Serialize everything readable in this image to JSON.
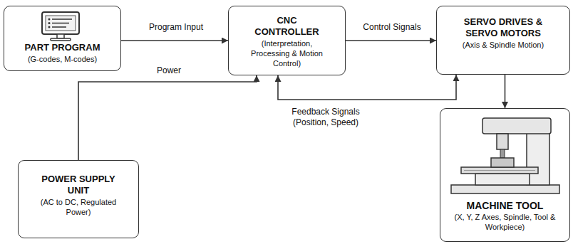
{
  "diagram": {
    "nodes": [
      {
        "text": [
          "PART PROGRAM",
          "(G-codes, M-codes)"
        ]
      },
      {
        "text": [
          "CNC CONTROLLER",
          "(Interpretation, Processing & Motion Control)"
        ]
      },
      {
        "text": [
          "SERVO DRIVES & SERVO MOTORS",
          "(Axis & Spindle Motion)"
        ]
      },
      {
        "text": [
          "POWER SUPPLY UNIT",
          "(AC to DC, Regulated Power)"
        ]
      },
      {
        "text": [
          "MACHINE TOOL",
          "(X, Y, Z Axes, Spindle, Tool & Workpiece)"
        ]
      }
    ],
    "edges": [
      {
        "from": 0,
        "to": 1,
        "label": "Program Input",
        "arrow": "to"
      },
      {
        "from": 1,
        "to": 2,
        "label": "Control Signals",
        "arrow": "to"
      },
      {
        "from": 3,
        "to": 1,
        "label": "Power",
        "arrow": "to"
      },
      {
        "from": 2,
        "to": 1,
        "label": "Feedback Signals (Position, Speed)",
        "arrow": "both"
      },
      {
        "from": 2,
        "to": 4,
        "arrow": "to"
      }
    ]
  }
}
